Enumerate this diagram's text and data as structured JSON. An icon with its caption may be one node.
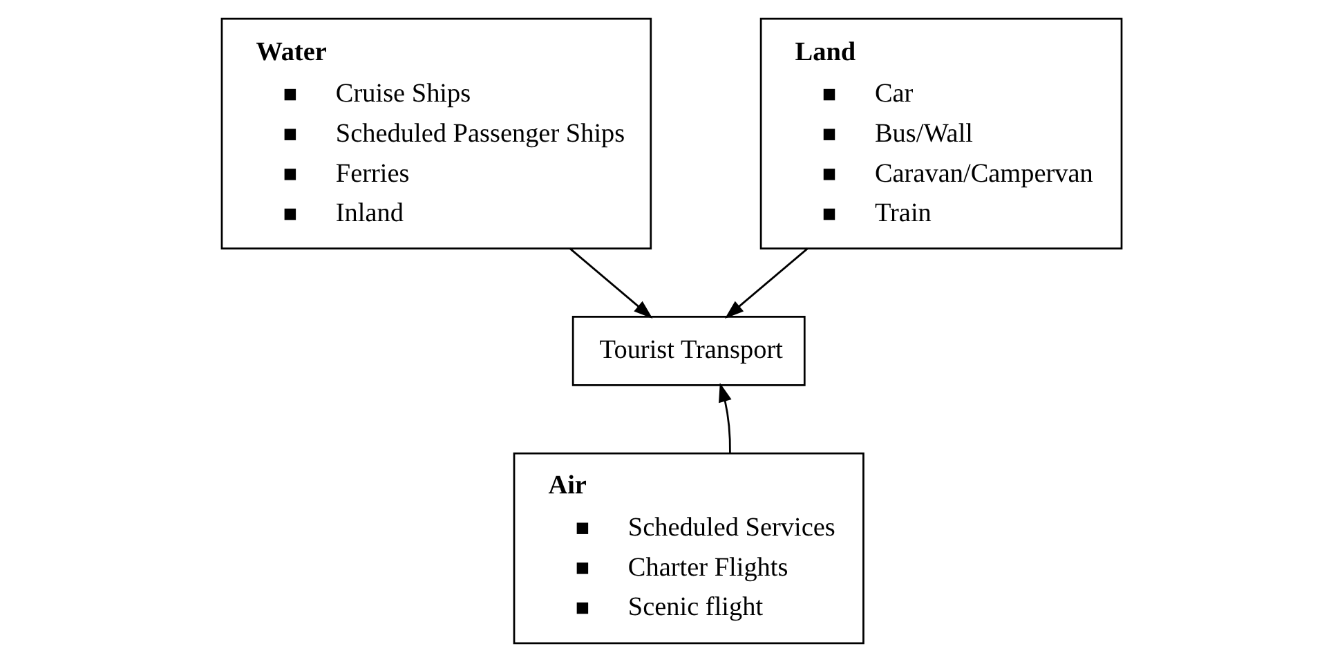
{
  "diagram": {
    "nodes": [
      {
        "text": [
          "Water",
          "Cruise Ships",
          "Scheduled Passenger Ships",
          "Ferries",
          "Inland"
        ]
      },
      {
        "text": [
          "Tourist Transport"
        ]
      },
      {
        "text": [
          "Land",
          "Car",
          "Bus/Wall",
          "Caravan/Campervan",
          "Train"
        ]
      },
      {
        "text": [
          "Air",
          "Scheduled Services",
          "Charter Flights",
          "Scenic flight"
        ]
      }
    ],
    "edges": [
      {
        "from": 0,
        "to": 1,
        "arrow": "to"
      },
      {
        "from": 2,
        "to": 1,
        "arrow": "to"
      },
      {
        "from": 3,
        "to": 1,
        "arrow": "to"
      }
    ]
  }
}
